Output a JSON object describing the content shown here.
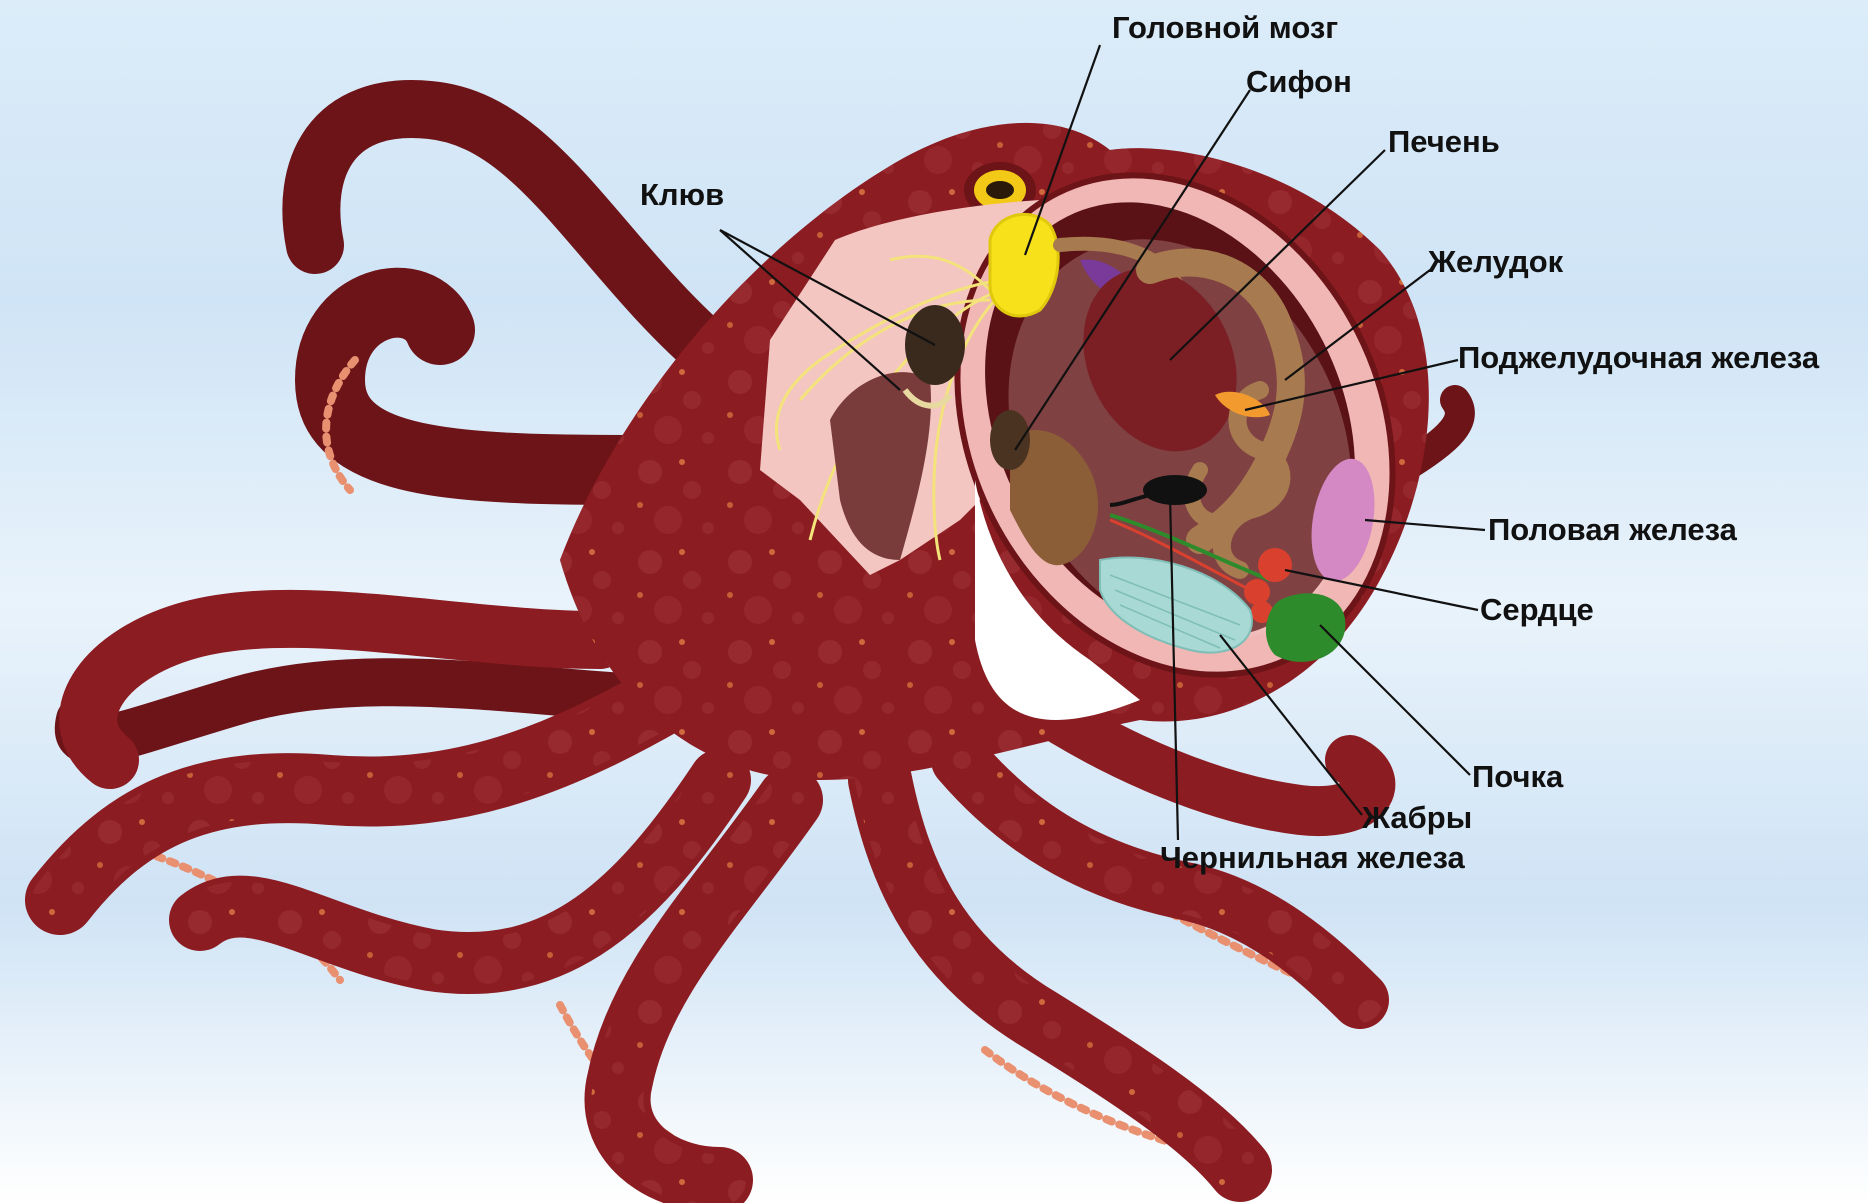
{
  "diagram": {
    "labels": {
      "brain": "Головной мозг",
      "siphon": "Сифон",
      "liver": "Печень",
      "beak": "Клюв",
      "stomach": "Желудок",
      "pancreas": "Поджелудочная железа",
      "gonad": "Половая железа",
      "heart": "Сердце",
      "kidney": "Почка",
      "gills": "Жабры",
      "ink_gland": "Чернильная железа"
    },
    "colors": {
      "body": "#8b1c21",
      "body_dark": "#6d1418",
      "spot": "#a0343a",
      "suckers": "#e8906f",
      "section": "#f0b7b5",
      "brain": "#f6e11a",
      "liver": "#7b1f24",
      "stomach": "#a77b4f",
      "gonad": "#d489c4",
      "heart": "#d9412e",
      "kidney": "#2e8b2b",
      "gills": "#a8d9d4",
      "ink_gland": "#111111",
      "nerves": "#f3e37a"
    }
  }
}
